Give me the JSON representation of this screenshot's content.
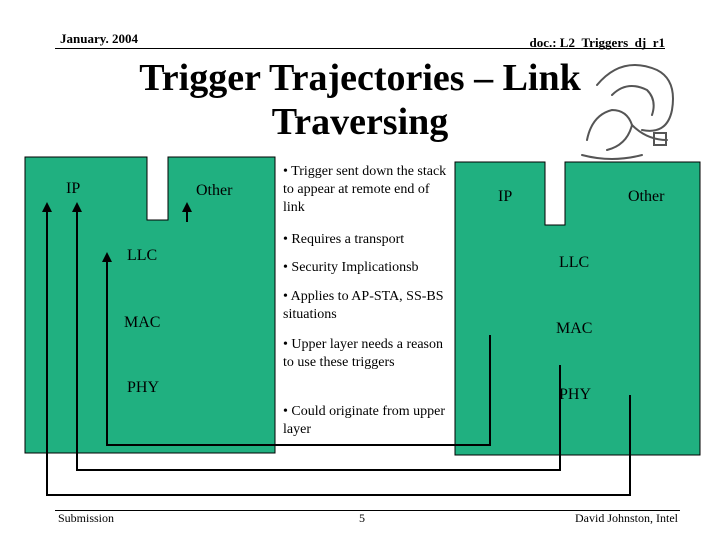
{
  "header": {
    "date": "January. 2004",
    "doc": "doc.: L2_Triggers_dj_r1"
  },
  "title": {
    "line1": "Trigger Trajectories – Link",
    "line2": "Traversing"
  },
  "left_stack": {
    "ip": "IP",
    "other": "Other",
    "llc": "LLC",
    "mac": "MAC",
    "phy": "PHY"
  },
  "right_stack": {
    "ip": "IP",
    "other": "Other",
    "llc": "LLC",
    "mac": "MAC",
    "phy": "PHY"
  },
  "bullets": [
    "• Trigger sent down the stack to appear at remote end of link",
    "• Requires a transport",
    "• Security Implicationsb",
    "• Applies to AP-STA, SS-BS situations",
    "• Upper layer needs a reason to use these triggers",
    "• Could originate from upper layer"
  ],
  "footer": {
    "left": "Submission",
    "page": "5",
    "author": "David Johnston, Intel"
  },
  "colors": {
    "stack_fill": "#20b080",
    "line": "#000000"
  }
}
